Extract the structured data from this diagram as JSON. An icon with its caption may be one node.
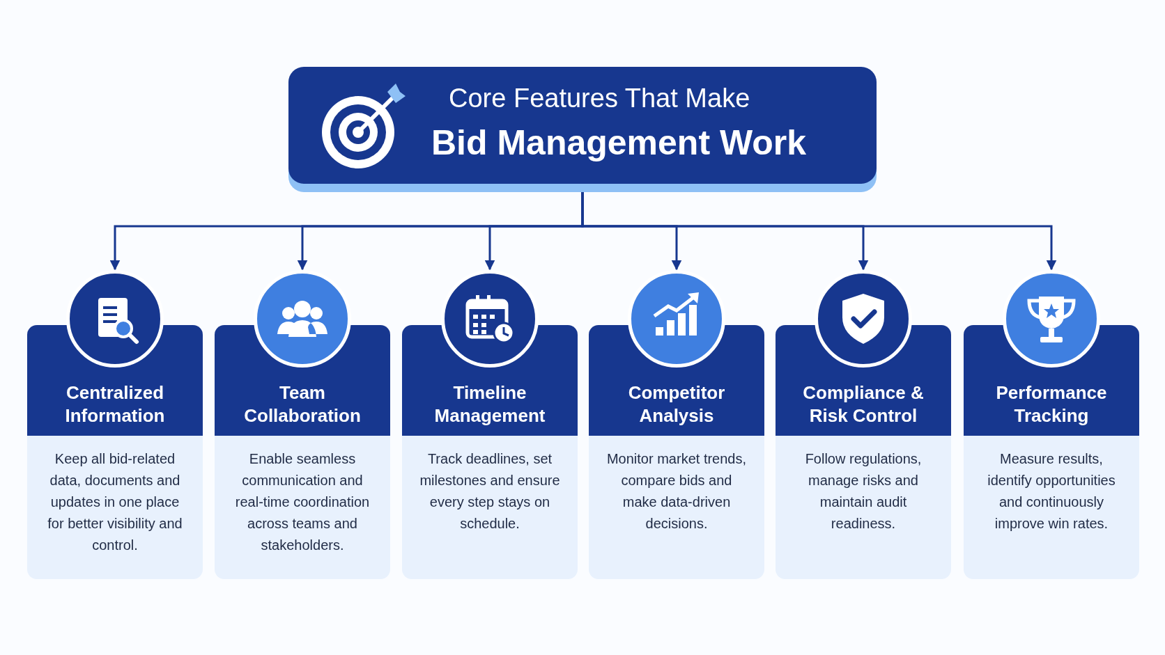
{
  "diagram": {
    "nodes": [
      {
        "text": [
          "Core Features That Make",
          "Bid Management Work"
        ]
      },
      {
        "text": [
          "Centralized Information",
          "Keep all bid-related data, documents and updates in one place for better visibility and control."
        ]
      },
      {
        "text": [
          "Team Collaboration",
          "Enable seamless communication and real-time coordination across teams and stakeholders."
        ]
      },
      {
        "text": [
          "Timeline Management",
          "Track deadlines, set milestones and ensure every step stays on schedule."
        ]
      },
      {
        "text": [
          "Competitor Analysis",
          "Monitor market trends, compare bids and make data-driven decisions."
        ]
      },
      {
        "text": [
          "Compliance & Risk Control",
          "Follow regulations, manage risks and maintain audit readiness."
        ]
      },
      {
        "text": [
          "Performance Tracking",
          "Measure results, identify opportunities and continuously improve win rates."
        ]
      }
    ],
    "edges": [
      {
        "from": 0,
        "to": 1,
        "arrow": "to"
      },
      {
        "from": 0,
        "to": 2,
        "arrow": "to"
      },
      {
        "from": 0,
        "to": 3,
        "arrow": "to"
      },
      {
        "from": 0,
        "to": 4,
        "arrow": "to"
      },
      {
        "from": 0,
        "to": 5,
        "arrow": "to"
      },
      {
        "from": 0,
        "to": 6,
        "arrow": "to"
      }
    ]
  }
}
